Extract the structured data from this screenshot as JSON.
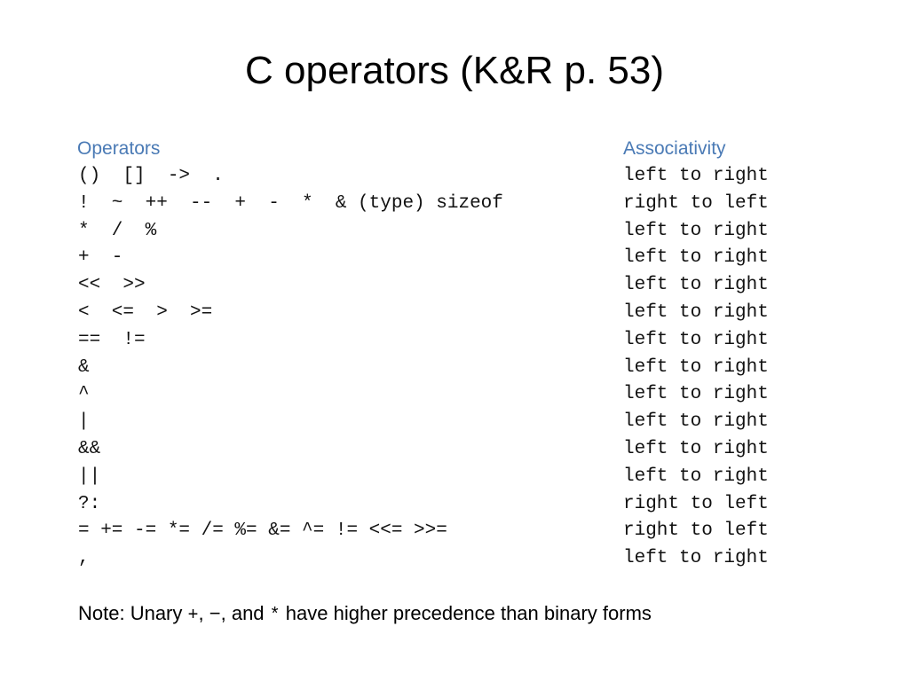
{
  "title": "C operators (K&R p. 53)",
  "headers": {
    "operators": "Operators",
    "associativity": "Associativity"
  },
  "rows": [
    {
      "operators": "()  []  ->  .",
      "associativity": "left to right"
    },
    {
      "operators": "!  ~  ++  --  +  -  *  & (type) sizeof",
      "associativity": "right to left"
    },
    {
      "operators": "*  /  %",
      "associativity": "left to right"
    },
    {
      "operators": "+  -",
      "associativity": "left to right"
    },
    {
      "operators": "<<  >>",
      "associativity": "left to right"
    },
    {
      "operators": "<  <=  >  >=",
      "associativity": "left to right"
    },
    {
      "operators": "==  !=",
      "associativity": "left to right"
    },
    {
      "operators": "&",
      "associativity": "left to right"
    },
    {
      "operators": "^",
      "associativity": "left to right"
    },
    {
      "operators": "|",
      "associativity": "left to right"
    },
    {
      "operators": "&&",
      "associativity": "left to right"
    },
    {
      "operators": "||",
      "associativity": "left to right"
    },
    {
      "operators": "?:",
      "associativity": "right to left"
    },
    {
      "operators": "= += -= *= /= %= &= ^= != <<= >>=",
      "associativity": "right to left"
    },
    {
      "operators": ",",
      "associativity": "left to right"
    }
  ],
  "note": {
    "prefix": "Note: Unary ",
    "op1": "+",
    "sep1": ", ",
    "op2": "−",
    "sep2": ", and ",
    "op3": "*",
    "suffix": " have higher precedence than binary forms"
  },
  "colors": {
    "header": "#4a7ab5",
    "text": "#111111"
  }
}
